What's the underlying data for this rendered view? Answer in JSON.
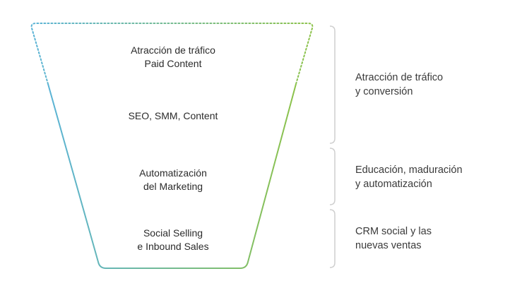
{
  "funnel": {
    "stages": [
      {
        "id": "stage-1",
        "lines": [
          "Atracción de tráfico",
          "Paid Content"
        ]
      },
      {
        "id": "stage-2",
        "lines": [
          "SEO, SMM, Content"
        ]
      },
      {
        "id": "stage-3",
        "lines": [
          "Automatización",
          "del Marketing"
        ]
      },
      {
        "id": "stage-4",
        "lines": [
          "Social Selling",
          "e Inbound Sales"
        ]
      }
    ],
    "colors": {
      "left_stroke": "#5ab3d6",
      "right_stroke": "#8cc24a",
      "bracket": "#cfcfcf",
      "text": "#2b2b2b"
    }
  },
  "groups": [
    {
      "id": "group-1",
      "lines": [
        "Atracción de tráfico",
        "y conversión"
      ]
    },
    {
      "id": "group-2",
      "lines": [
        "Educación, maduración",
        "y automatización"
      ]
    },
    {
      "id": "group-3",
      "lines": [
        "CRM social y las",
        "nuevas ventas"
      ]
    }
  ]
}
